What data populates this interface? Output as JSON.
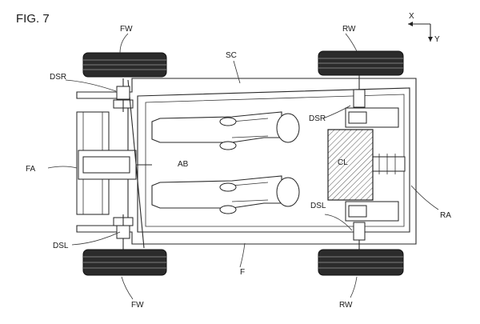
{
  "figure": {
    "title": "FIG. 7",
    "axes": {
      "x": "X",
      "y": "Y"
    },
    "labels": {
      "fw": "FW",
      "rw": "RW",
      "sc": "SC",
      "dsr": "DSR",
      "dsl": "DSL",
      "fa": "FA",
      "ab": "AB",
      "cl": "CL",
      "ra": "RA",
      "f": "F"
    }
  }
}
